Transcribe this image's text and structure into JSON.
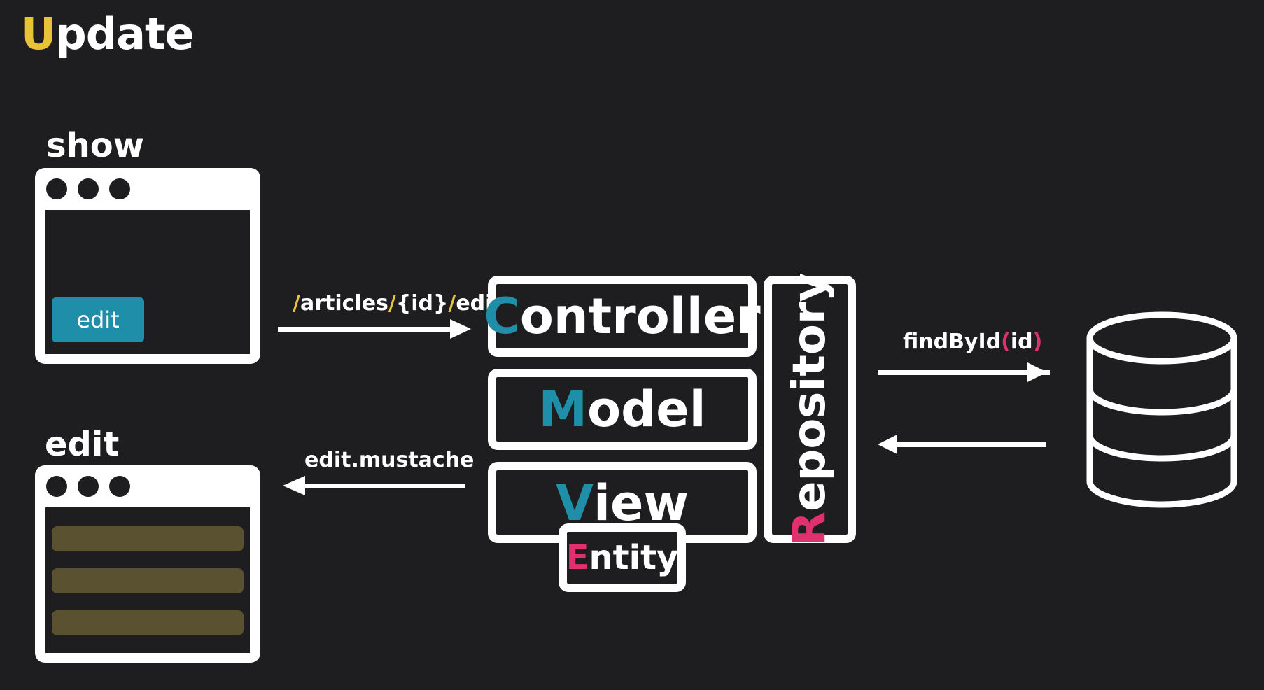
{
  "title": {
    "first_letter": "U",
    "rest": "pdate"
  },
  "show_window": {
    "label": "show",
    "button_label": "edit"
  },
  "edit_window": {
    "label": "edit"
  },
  "request_arrow": {
    "p1": "/",
    "p2": "articles",
    "p3": "/",
    "p4": "{id}",
    "p5": "/",
    "p6": "edit"
  },
  "response_arrow": {
    "label": "edit.mustache"
  },
  "mvc": {
    "controller": {
      "first": "C",
      "rest": "ontroller"
    },
    "model": {
      "first": "M",
      "rest": "odel"
    },
    "view": {
      "first": "V",
      "rest": "iew"
    },
    "entity": {
      "first": "E",
      "rest": "ntity"
    },
    "repository": {
      "first": "R",
      "rest": "epository"
    }
  },
  "db_arrow": {
    "fn": "findById",
    "open": "(",
    "arg": "id",
    "close": ")"
  },
  "colors": {
    "background": "#1e1e21",
    "accent_yellow": "#e8c33a",
    "accent_teal": "#1f8ea8",
    "accent_pink": "#e0306e",
    "field_olive": "#595130"
  },
  "icons": {
    "database": "database-icon"
  }
}
